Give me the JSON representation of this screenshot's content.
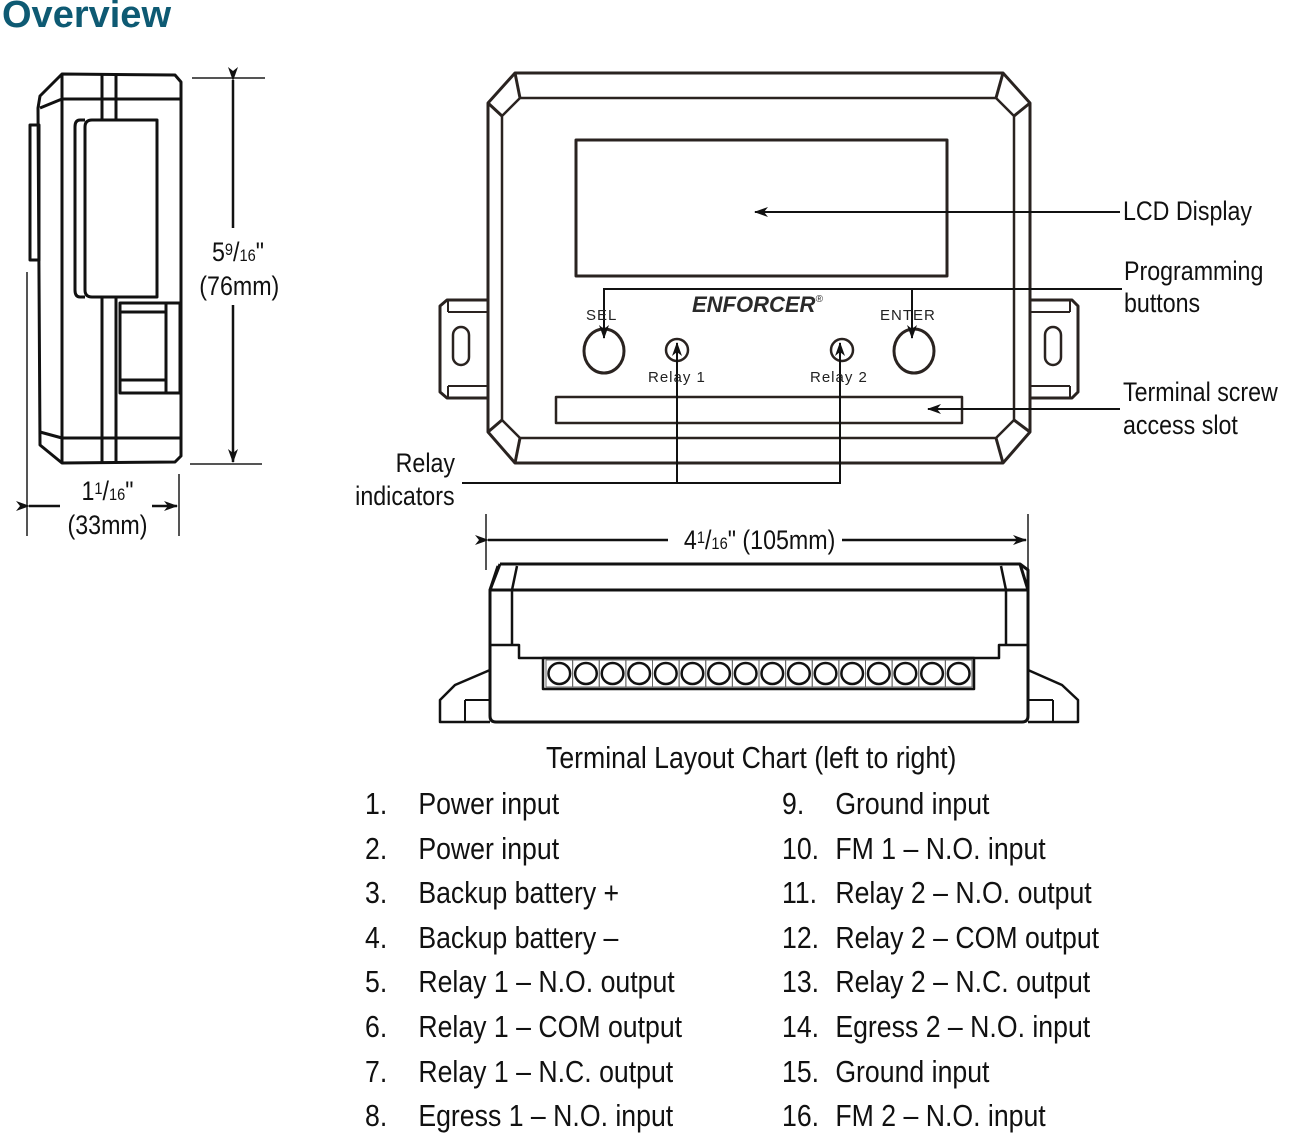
{
  "page": {
    "heading": "Overview"
  },
  "side_view": {
    "height_dim": {
      "whole": "5",
      "num": "9",
      "den": "16",
      "unit": "\"",
      "metric": "(76mm)"
    },
    "depth_dim": {
      "whole": "1",
      "num": "1",
      "den": "16",
      "unit": "\"",
      "metric": "(33mm)"
    }
  },
  "front_view": {
    "brand": "ENFORCER",
    "brand_mark": "®",
    "buttons": [
      {
        "label": "SEL"
      },
      {
        "label": "ENTER"
      }
    ],
    "leds": [
      {
        "label": "Relay 1"
      },
      {
        "label": "Relay 2"
      }
    ],
    "callouts": {
      "lcd": "LCD Display",
      "prog_line1": "Programming",
      "prog_line2": "buttons",
      "slot_line1": "Terminal screw",
      "slot_line2": "access slot",
      "relay_line1": "Relay",
      "relay_line2": "indicators"
    },
    "width_dim": {
      "whole": "4",
      "num": "1",
      "den": "16",
      "unit": "\"",
      "metric": "(105mm)"
    }
  },
  "bottom_view": {
    "terminal_count": 16
  },
  "terminal_chart": {
    "title": "Terminal Layout Chart (left to right)",
    "left": [
      {
        "n": "1.",
        "label": "Power input"
      },
      {
        "n": "2.",
        "label": "Power input"
      },
      {
        "n": "3.",
        "label": "Backup battery +"
      },
      {
        "n": "4.",
        "label": "Backup battery –"
      },
      {
        "n": "5.",
        "label": "Relay 1 – N.O. output"
      },
      {
        "n": "6.",
        "label": "Relay 1 – COM output"
      },
      {
        "n": "7.",
        "label": "Relay 1 – N.C. output"
      },
      {
        "n": "8.",
        "label": "Egress 1 – N.O. input"
      }
    ],
    "right": [
      {
        "n": "9.",
        "label": "Ground input"
      },
      {
        "n": "10.",
        "label": "FM 1 – N.O. input"
      },
      {
        "n": "11.",
        "label": "Relay 2 – N.O. output"
      },
      {
        "n": "12.",
        "label": "Relay 2 – COM output"
      },
      {
        "n": "13.",
        "label": "Relay 2 – N.C. output"
      },
      {
        "n": "14.",
        "label": "Egress 2 – N.O. input"
      },
      {
        "n": "15.",
        "label": "Ground input"
      },
      {
        "n": "16.",
        "label": "FM 2 – N.O. input"
      }
    ]
  }
}
